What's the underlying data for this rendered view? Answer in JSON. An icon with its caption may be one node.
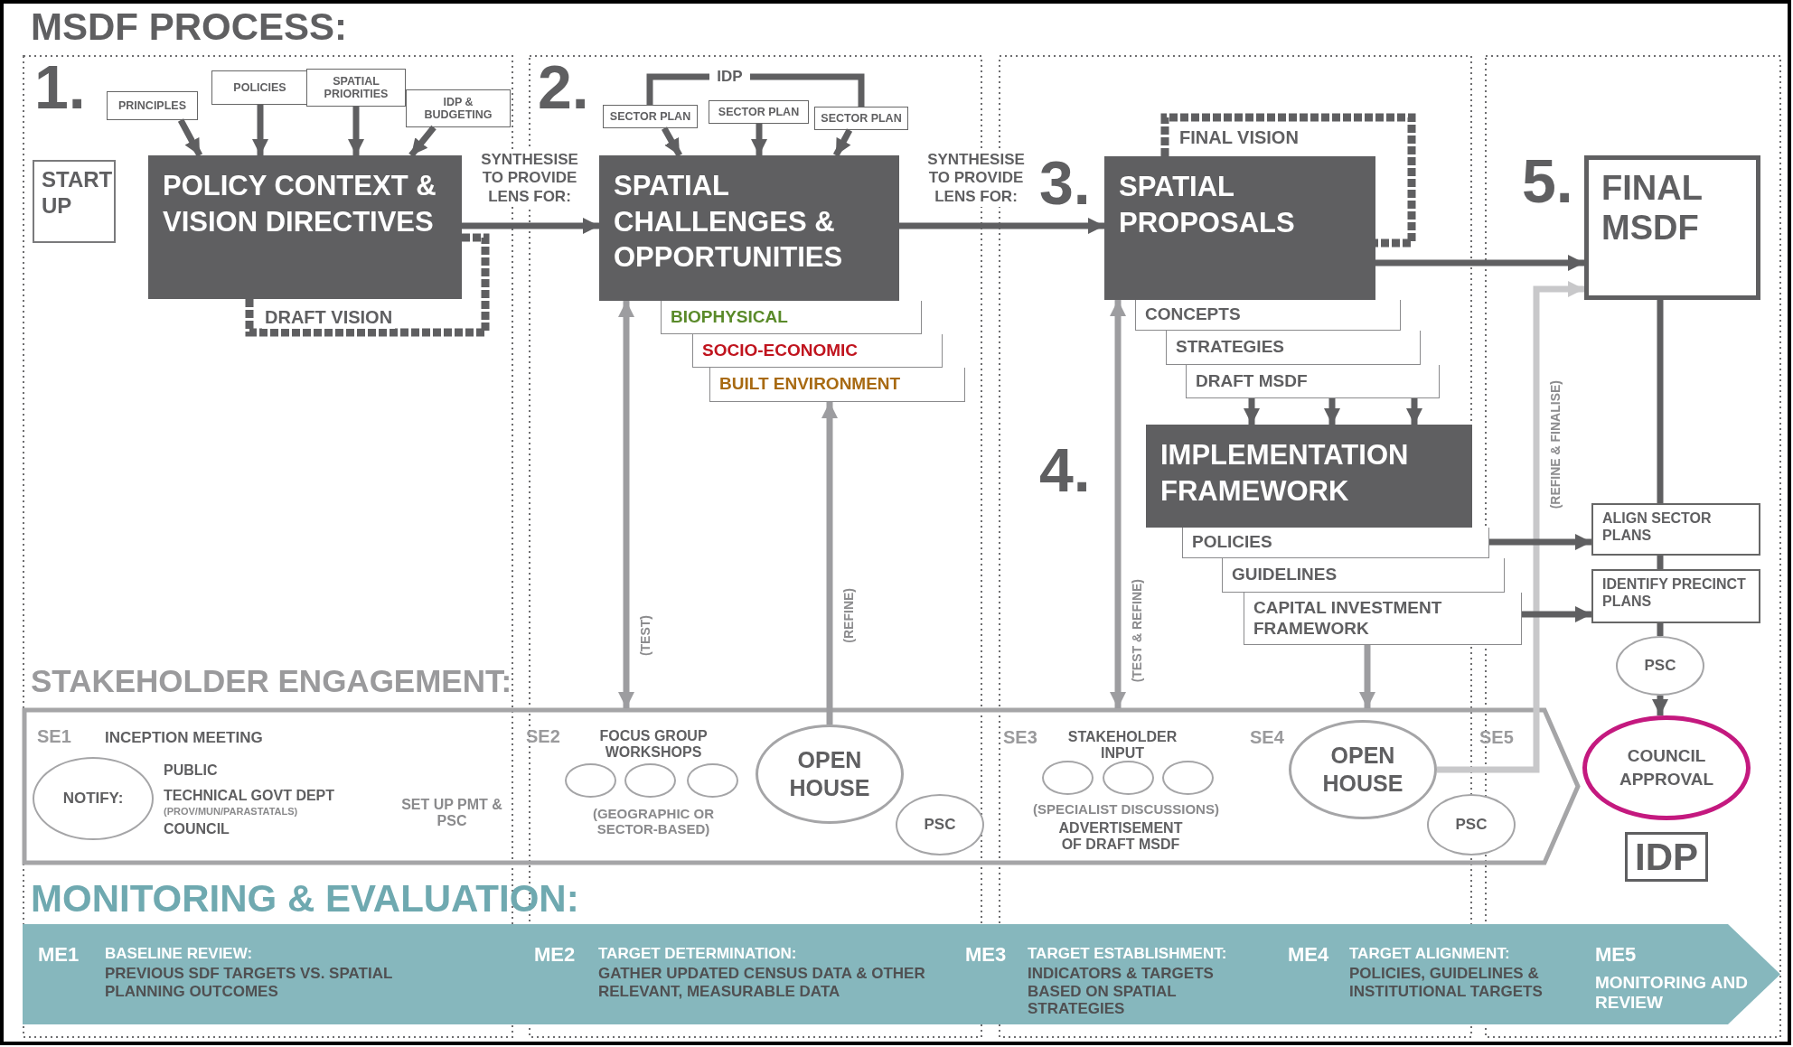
{
  "diagram": {
    "title": "MSDF PROCESS:",
    "nodes": [
      {
        "text": [
          "START UP"
        ]
      },
      {
        "text": [
          "PRINCIPLES"
        ]
      },
      {
        "text": [
          "POLICIES"
        ]
      },
      {
        "text": [
          "SPATIAL PRIORITIES"
        ]
      },
      {
        "text": [
          "IDP & BUDGETING"
        ]
      },
      {
        "text": [
          "POLICY CONTEXT & VISION DIRECTIVES"
        ]
      },
      {
        "text": [
          "IDP"
        ]
      },
      {
        "text": [
          "SECTOR PLAN"
        ]
      },
      {
        "text": [
          "SECTOR PLAN"
        ]
      },
      {
        "text": [
          "SECTOR PLAN"
        ]
      },
      {
        "text": [
          "SPATIAL CHALLENGES & OPPORTUNITIES"
        ]
      },
      {
        "text": [
          "BIOPHYSICAL"
        ]
      },
      {
        "text": [
          "SOCIO-ECONOMIC"
        ]
      },
      {
        "text": [
          "BUILT ENVIRONMENT"
        ]
      },
      {
        "text": [
          "SPATIAL PROPOSALS"
        ]
      },
      {
        "text": [
          "CONCEPTS"
        ]
      },
      {
        "text": [
          "STRATEGIES"
        ]
      },
      {
        "text": [
          "DRAFT MSDF"
        ]
      },
      {
        "text": [
          "IMPLEMENTATION FRAMEWORK"
        ]
      },
      {
        "text": [
          "POLICIES"
        ]
      },
      {
        "text": [
          "GUIDELINES"
        ]
      },
      {
        "text": [
          "CAPITAL INVESTMENT FRAMEWORK"
        ]
      },
      {
        "text": [
          "FINAL MSDF"
        ]
      },
      {
        "text": [
          "ALIGN SECTOR PLANS"
        ]
      },
      {
        "text": [
          "IDENTIFY PRECINCT PLANS"
        ]
      },
      {
        "text": [
          "PSC"
        ]
      },
      {
        "text": [
          "COUNCIL APPROVAL"
        ]
      },
      {
        "text": [
          "IDP"
        ]
      },
      {
        "text": [
          "STAKEHOLDER ENGAGEMENT:",
          "SE1",
          "INCEPTION MEETING",
          "PUBLIC",
          "TECHNICAL GOVT DEPT",
          "(PROV/MUN/PARASTATALS)",
          "COUNCIL",
          "SET UP PMT & PSC",
          "SE2",
          "FOCUS GROUP WORKSHOPS",
          "(GEOGRAPHIC OR SECTOR-BASED)",
          "SE3",
          "STAKEHOLDER INPUT",
          "(SPECIALIST DISCUSSIONS)",
          "ADVERTISEMENT OF DRAFT MSDF",
          "SE4",
          "SE5"
        ]
      },
      {
        "text": [
          "NOTIFY:"
        ],
        "in": 28
      },
      {
        "text": [],
        "shape": "circle",
        "in": 28
      },
      {
        "text": [],
        "shape": "circle",
        "in": 28
      },
      {
        "text": [],
        "shape": "circle",
        "in": 28
      },
      {
        "text": [
          "OPEN HOUSE"
        ],
        "in": 28
      },
      {
        "text": [
          "PSC"
        ],
        "in": 28
      },
      {
        "text": [],
        "shape": "circle",
        "in": 28
      },
      {
        "text": [],
        "shape": "circle",
        "in": 28
      },
      {
        "text": [],
        "shape": "circle",
        "in": 28
      },
      {
        "text": [
          "OPEN HOUSE"
        ],
        "in": 28
      },
      {
        "text": [
          "PSC"
        ],
        "in": 28
      },
      {
        "text": [
          "MONITORING & EVALUATION:",
          "ME1",
          "BASELINE REVIEW:",
          "PREVIOUS SDF TARGETS VS. SPATIAL PLANNING OUTCOMES",
          "ME2",
          "TARGET DETERMINATION:",
          "GATHER UPDATED CENSUS DATA & OTHER RELEVANT, MEASURABLE DATA",
          "ME3",
          "TARGET ESTABLISHMENT:",
          "INDICATORS & TARGETS BASED ON SPATIAL STRATEGIES",
          "ME4",
          "TARGET ALIGNMENT:",
          "POLICIES, GUIDELINES & INSTITUTIONAL TARGETS",
          "ME5",
          "MONITORING AND REVIEW"
        ]
      }
    ],
    "edges": [
      {
        "from": 1,
        "to": 5,
        "arrow": "to"
      },
      {
        "from": 2,
        "to": 5,
        "arrow": "to"
      },
      {
        "from": 3,
        "to": 5,
        "arrow": "to"
      },
      {
        "from": 4,
        "to": 5,
        "arrow": "to"
      },
      {
        "from": 5,
        "to": 5,
        "arrow": "none",
        "label": "DRAFT VISION",
        "style": "dashed"
      },
      {
        "from": 5,
        "to": 10,
        "arrow": "to",
        "label": "SYNTHESISE TO PROVIDE LENS FOR:"
      },
      {
        "from": 6,
        "to": 7,
        "arrow": "none"
      },
      {
        "from": 6,
        "to": 9,
        "arrow": "none"
      },
      {
        "from": 7,
        "to": 10,
        "arrow": "to"
      },
      {
        "from": 8,
        "to": 10,
        "arrow": "to"
      },
      {
        "from": 9,
        "to": 10,
        "arrow": "to"
      },
      {
        "from": 10,
        "to": 14,
        "arrow": "to",
        "label": "SYNTHESISE TO PROVIDE LENS FOR:"
      },
      {
        "from": 14,
        "to": 14,
        "arrow": "none",
        "label": "FINAL VISION",
        "style": "dashed"
      },
      {
        "from": 17,
        "to": 18,
        "arrow": "to"
      },
      {
        "from": 17,
        "to": 18,
        "arrow": "to"
      },
      {
        "from": 17,
        "to": 18,
        "arrow": "to"
      },
      {
        "from": 14,
        "to": 22,
        "arrow": "to"
      },
      {
        "from": 33,
        "to": 13,
        "arrow": "to",
        "label": "(REFINE)",
        "color": "#9d9da0"
      },
      {
        "from": 10,
        "to": 28,
        "arrow": "both",
        "label": "(TEST)",
        "color": "#9d9da0"
      },
      {
        "from": 14,
        "to": 28,
        "arrow": "both",
        "label": "(TEST & REFINE)",
        "color": "#9d9da0"
      },
      {
        "from": 21,
        "to": 28,
        "arrow": "to",
        "color": "#9d9da0"
      },
      {
        "from": 38,
        "to": 22,
        "arrow": "to",
        "label": "(REFINE & FINALISE)",
        "color": "#c8c8ca"
      },
      {
        "from": 22,
        "to": 23,
        "arrow": "none"
      },
      {
        "from": 23,
        "to": 24,
        "arrow": "none"
      },
      {
        "from": 24,
        "to": 25,
        "arrow": "none"
      },
      {
        "from": 25,
        "to": 26,
        "arrow": "to"
      },
      {
        "from": 19,
        "to": 23,
        "arrow": "to"
      },
      {
        "from": 21,
        "to": 24,
        "arrow": "to"
      }
    ],
    "labels": [
      "1.",
      "2.",
      "3.",
      "4.",
      "5."
    ]
  }
}
